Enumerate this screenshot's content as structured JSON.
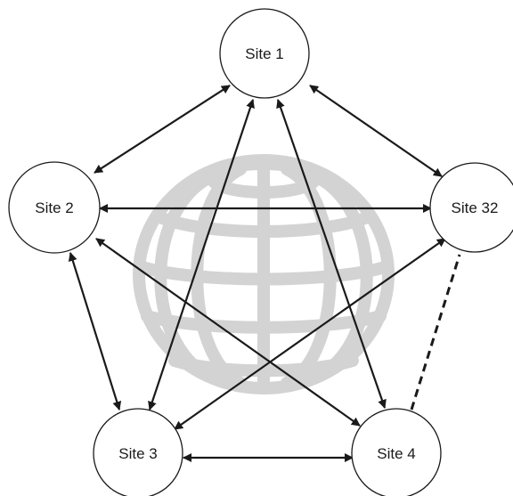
{
  "diagram": {
    "nodes": [
      {
        "id": "site-1",
        "label": "Site 1"
      },
      {
        "id": "site-2",
        "label": "Site 2"
      },
      {
        "id": "site-32",
        "label": "Site 32"
      },
      {
        "id": "site-3",
        "label": "Site 3"
      },
      {
        "id": "site-4",
        "label": "Site 4"
      }
    ],
    "edges": [
      {
        "from": "site-1",
        "to": "site-2",
        "style": "bidirectional"
      },
      {
        "from": "site-1",
        "to": "site-32",
        "style": "bidirectional"
      },
      {
        "from": "site-1",
        "to": "site-3",
        "style": "bidirectional"
      },
      {
        "from": "site-1",
        "to": "site-4",
        "style": "bidirectional"
      },
      {
        "from": "site-2",
        "to": "site-32",
        "style": "bidirectional"
      },
      {
        "from": "site-2",
        "to": "site-3",
        "style": "bidirectional"
      },
      {
        "from": "site-2",
        "to": "site-4",
        "style": "bidirectional"
      },
      {
        "from": "site-32",
        "to": "site-3",
        "style": "bidirectional"
      },
      {
        "from": "site-3",
        "to": "site-4",
        "style": "bidirectional"
      },
      {
        "from": "site-4",
        "to": "site-32",
        "style": "dashed"
      }
    ],
    "background_icon": "globe-icon",
    "colors": {
      "stroke": "#1a1a1a",
      "globe": "#d3d3d3",
      "background": "#ffffff"
    }
  }
}
